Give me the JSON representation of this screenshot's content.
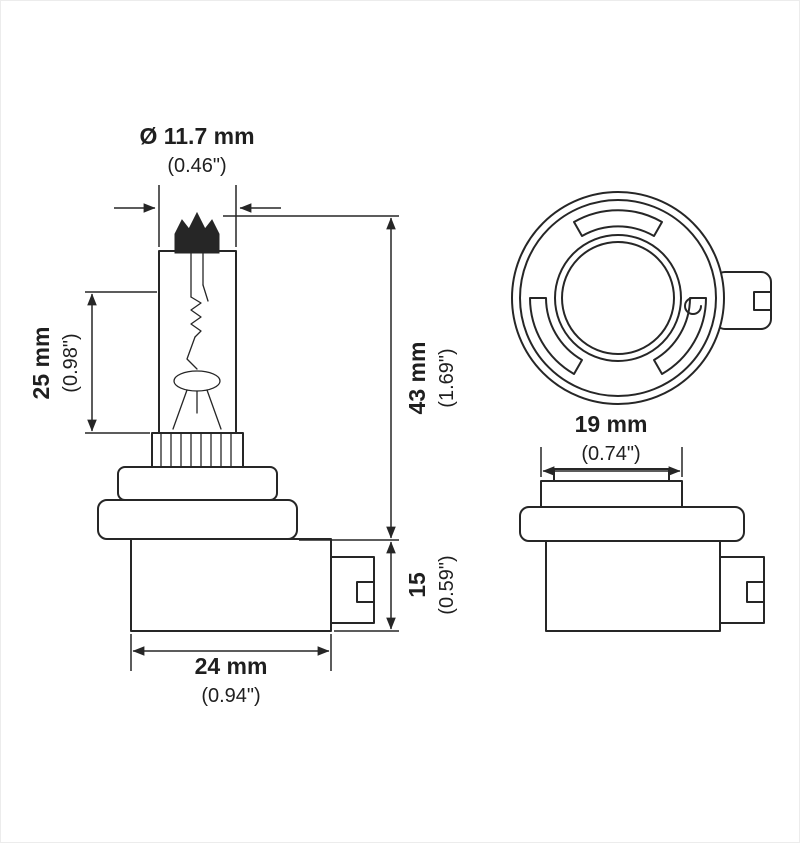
{
  "diagram": {
    "colors": {
      "line": "#262626",
      "background": "#ffffff"
    },
    "dimensions": {
      "diameter": {
        "metric": "Ø 11.7 mm",
        "imperial": "(0.46\")"
      },
      "light_center": {
        "metric": "25 mm",
        "imperial": "(0.98\")"
      },
      "overall": {
        "metric": "43 mm",
        "imperial": "(1.69\")"
      },
      "base_height": {
        "metric": "15",
        "imperial": "(0.59\")"
      },
      "base_width": {
        "metric": "24 mm",
        "imperial": "(0.94\")"
      },
      "collar": {
        "metric": "19 mm",
        "imperial": "(0.74\")"
      }
    }
  }
}
